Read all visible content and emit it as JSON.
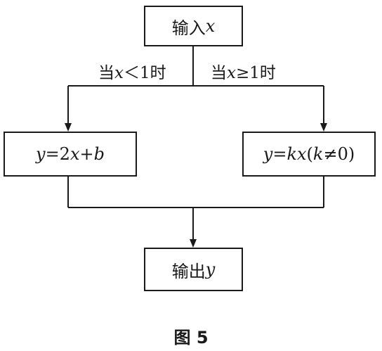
{
  "diagram": {
    "nodes": {
      "input": {
        "label_prefix": "输入",
        "label_var": "x"
      },
      "left": {
        "y": "y",
        "eq": "=2",
        "x": "x",
        "plus": "+",
        "b": "b"
      },
      "right": {
        "y": "y",
        "eq": "=",
        "kx": "kx",
        "paren_open": "(",
        "k": "k",
        "ne_zero": "≠0)"
      },
      "output": {
        "label_prefix": "输出",
        "label_var": "y"
      }
    },
    "conditions": {
      "left": {
        "pre": "当",
        "var": "x",
        "post": "＜1时"
      },
      "right": {
        "pre": "当",
        "var": "x",
        "post": "≥1时"
      }
    },
    "caption": "图 5",
    "line_color": "#1a1a1a"
  }
}
